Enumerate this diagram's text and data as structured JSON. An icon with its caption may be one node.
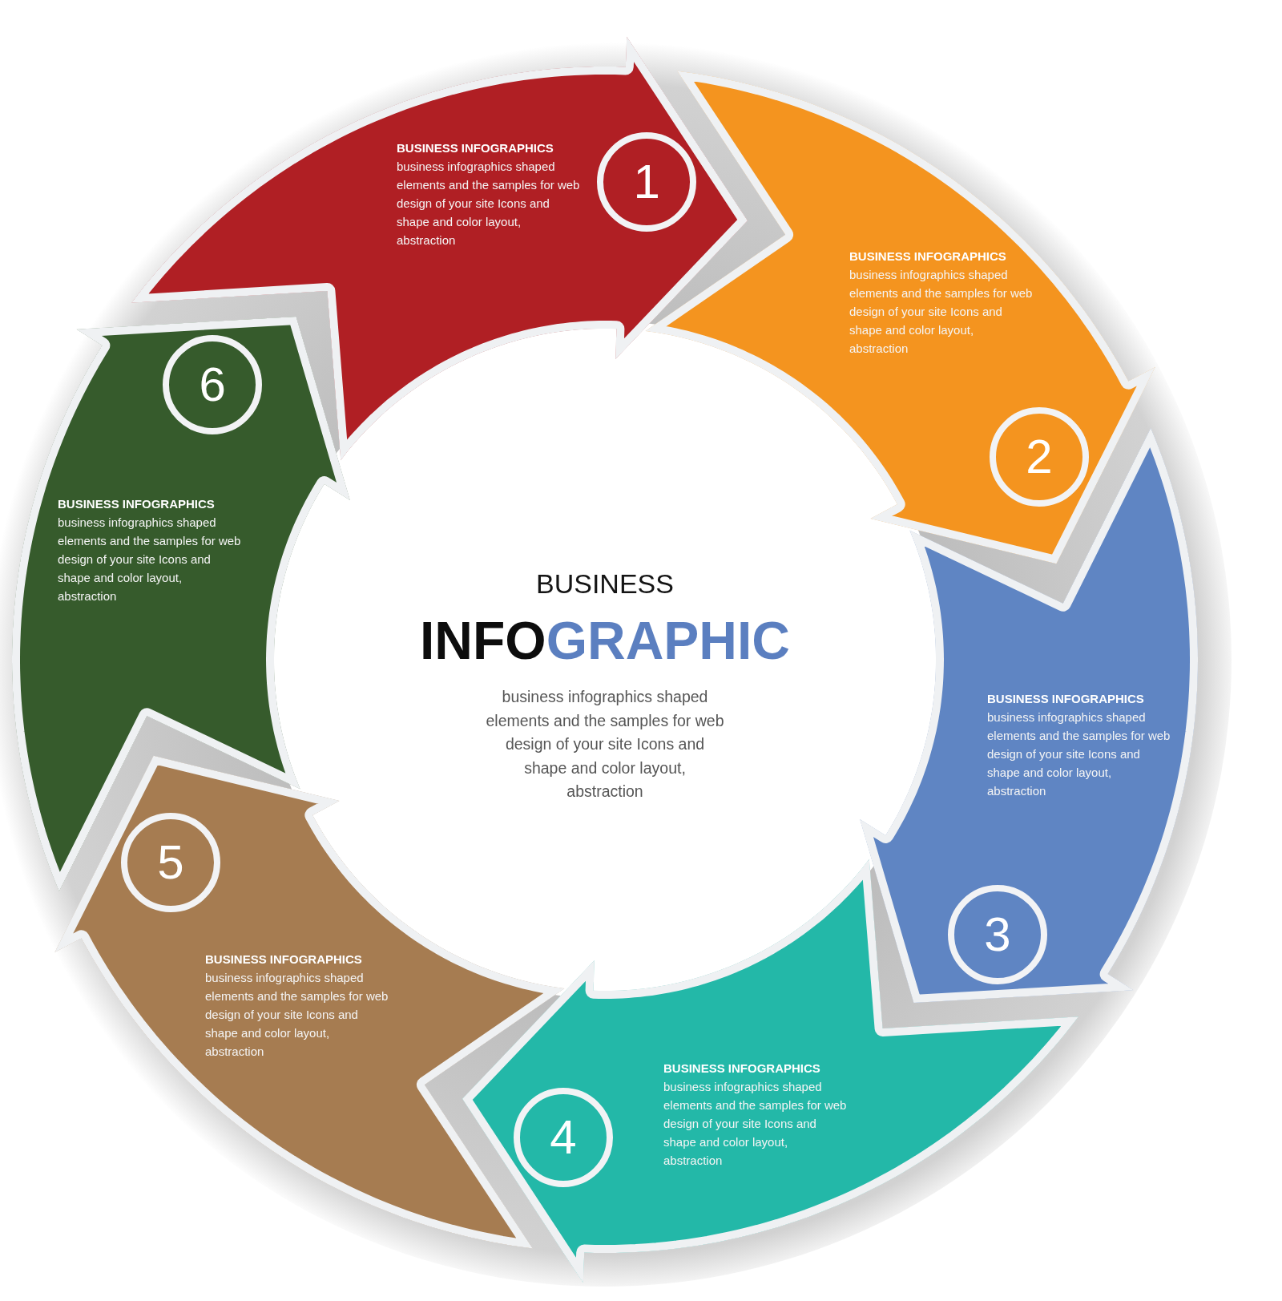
{
  "diagram": {
    "title": "BUSINESS **INFOGRAPHIC**",
    "nodes": [
      {
        "text": [
          "BUSINESS INFOGRAPHICS",
          "business infographics shaped elements and the samples for web design of your site Icons and shape and color layout, abstraction"
        ]
      },
      {
        "text": [
          "1"
        ],
        "in": 0
      },
      {
        "text": [
          "BUSINESS INFOGRAPHICS",
          "business infographics shaped elements and the samples for web design of your site Icons and shape and color layout, abstraction"
        ]
      },
      {
        "text": [
          "2"
        ],
        "in": 2
      },
      {
        "text": [
          "BUSINESS INFOGRAPHICS",
          "business infographics shaped elements and the samples for web design of your site Icons and shape and color layout, abstraction"
        ]
      },
      {
        "text": [
          "3"
        ],
        "in": 4
      },
      {
        "text": [
          "BUSINESS INFOGRAPHICS",
          "business infographics shaped elements and the samples for web design of your site Icons and shape and color layout, abstraction"
        ]
      },
      {
        "text": [
          "4"
        ],
        "in": 6
      },
      {
        "text": [
          "BUSINESS INFOGRAPHICS",
          "business infographics shaped elements and the samples for web design of your site Icons and shape and color layout, abstraction"
        ]
      },
      {
        "text": [
          "5"
        ],
        "in": 8
      },
      {
        "text": [
          "BUSINESS INFOGRAPHICS",
          "business infographics shaped elements and the samples for web design of your site Icons and shape and color layout, abstraction"
        ]
      },
      {
        "text": [
          "6"
        ],
        "in": 10
      }
    ],
    "labels": [
      "business infographics shaped elements and the samples for web design of your site Icons and shape and color layout, abstraction"
    ]
  }
}
